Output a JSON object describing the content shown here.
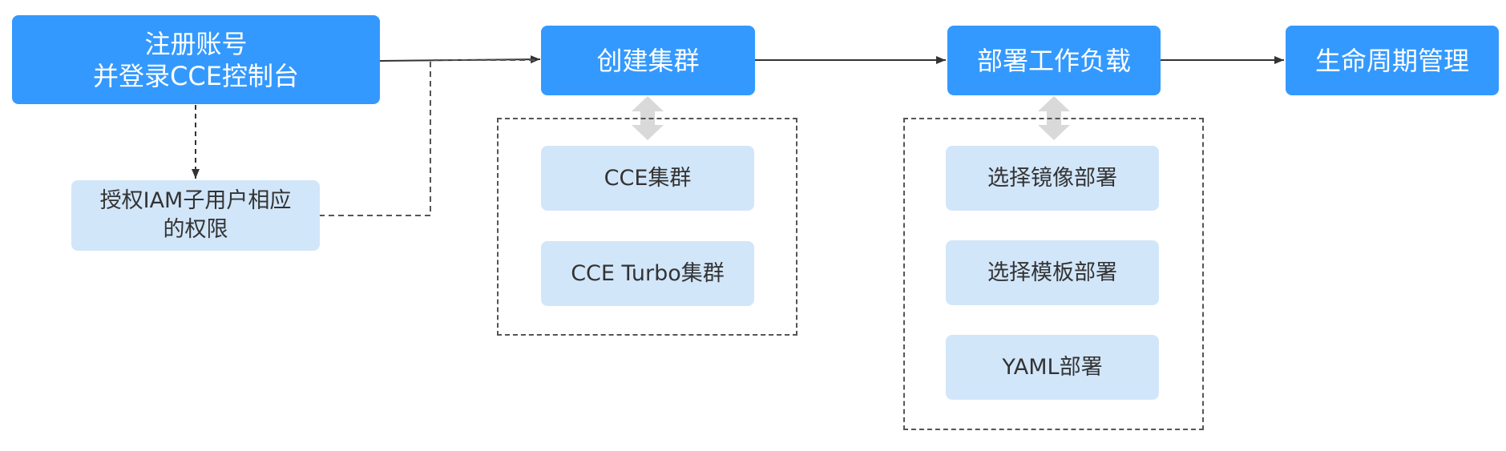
{
  "colors": {
    "primary": "#3399ff",
    "secondary": "#d2e6fa",
    "arrow": "#333333",
    "dashed": "#555555",
    "double_arrow": "#d9d9d9"
  },
  "steps": {
    "register": {
      "line1": "注册账号",
      "line2": "并登录CCE控制台"
    },
    "authorize": {
      "line1": "授权IAM子用户相应",
      "line2": "的权限"
    },
    "create_cluster": {
      "label": "创建集群",
      "options": [
        "CCE集群",
        "CCE Turbo集群"
      ]
    },
    "deploy_workload": {
      "label": "部署工作负载",
      "options": [
        "选择镜像部署",
        "选择模板部署",
        "YAML部署"
      ]
    },
    "lifecycle": {
      "label": "生命周期管理"
    }
  }
}
